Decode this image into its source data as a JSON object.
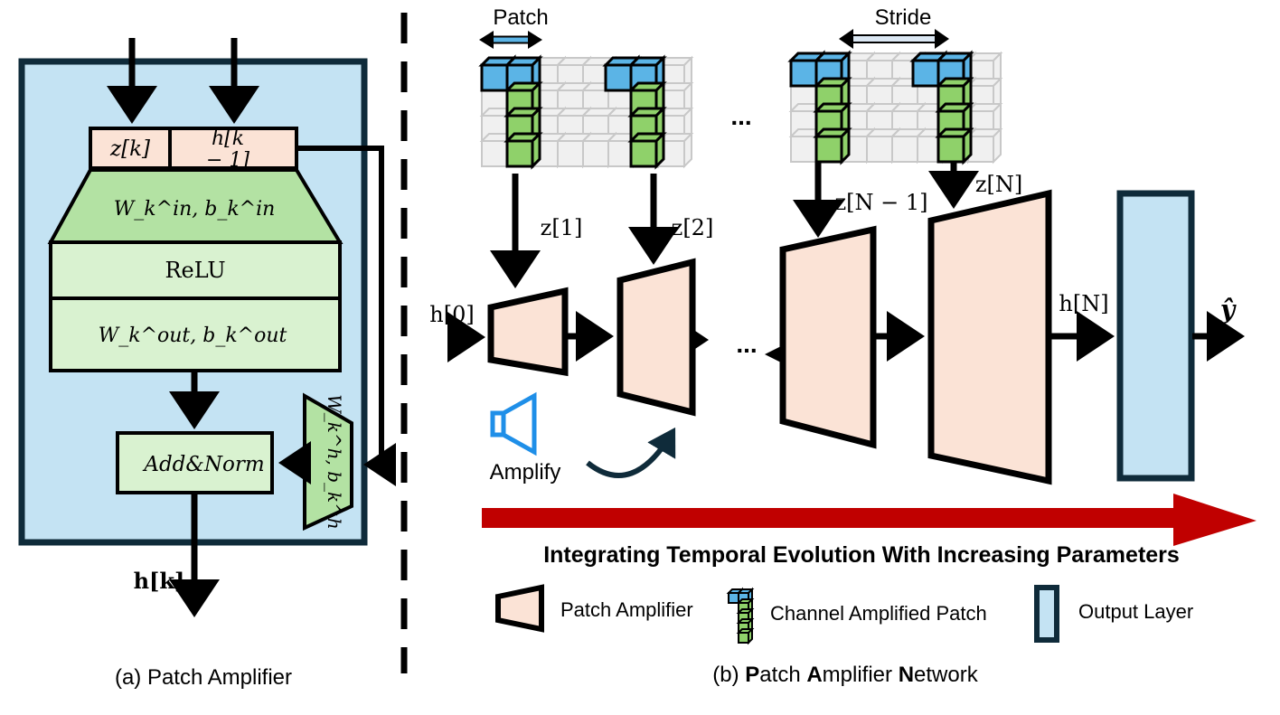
{
  "colors": {
    "panel_bg": "#c4e3f3",
    "panel_border": "#0f2b3a",
    "peach": "#fbe3d6",
    "green_dark": "#b3e2a3",
    "green_light": "#d9f2d0",
    "cube_blue": "#5bb4e6",
    "cube_green": "#8fd16a",
    "grid_gray": "#f0f0f0",
    "arrow_red": "#c00000",
    "speaker_blue": "#1f8fe8",
    "curve_navy": "#0f2b3a",
    "stroke": "#000000"
  },
  "left": {
    "caption": "(a) Patch Amplifier",
    "input_z": "z[k]",
    "input_h_line1": "h[k",
    "input_h_line2": "− 1]",
    "w_in": "W_k^in, b_k^in",
    "relu": "ReLU",
    "w_out": "W_k^out, b_k^out",
    "add_norm": "Add&Norm",
    "w_h": "W_k^h, b_k^h",
    "output_h": "h[k]"
  },
  "right": {
    "caption_prefix": "(b) ",
    "caption_words": [
      {
        "bold": "P",
        "rest": "atch "
      },
      {
        "bold": "A",
        "rest": "mplifier "
      },
      {
        "bold": "N",
        "rest": "etwork"
      }
    ],
    "patch_label": "Patch",
    "stride_label": "Stride",
    "ellipsis": "...",
    "z1": "z[1]",
    "z2": "z[2]",
    "zN1": "z[N − 1]",
    "zN": "z[N]",
    "h0": "h[0]",
    "hN": "h[N]",
    "y_hat": "ŷ",
    "amplify": "Amplify",
    "banner": "Integrating Temporal Evolution With Increasing Parameters",
    "legend": {
      "patch_amplifier": "Patch Amplifier",
      "channel_patch": "Channel Amplified Patch",
      "output_layer": "Output Layer"
    }
  }
}
